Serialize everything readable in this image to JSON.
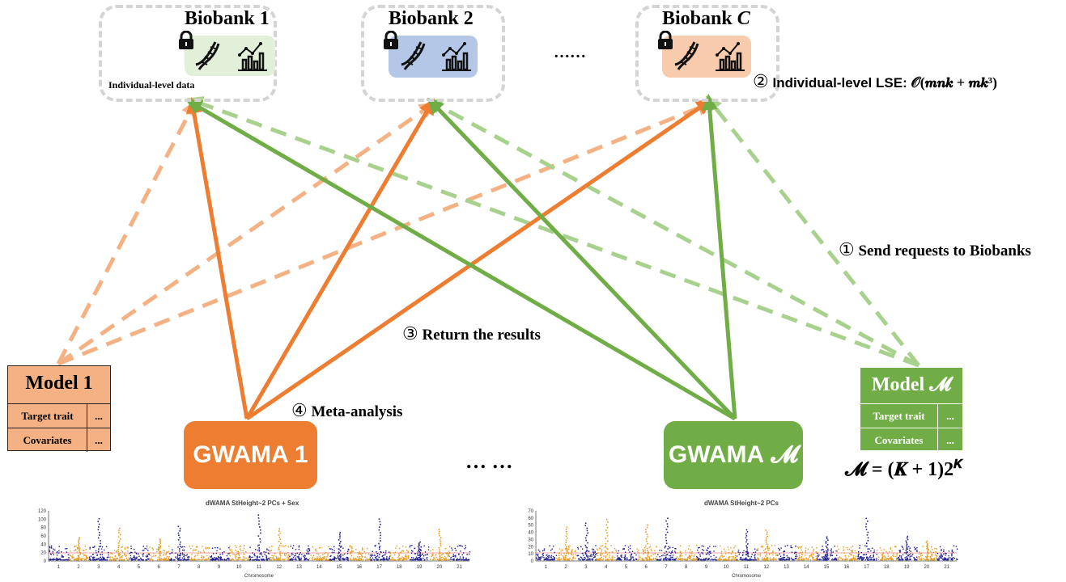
{
  "biobanks": [
    {
      "title": "Biobank 1",
      "fill": "#e2efd9",
      "icons": [
        "lock-icon",
        "dna-icon",
        "chart-icon"
      ],
      "note": "Individual-level data"
    },
    {
      "title": "Biobank 2",
      "fill": "#b4c7e7",
      "icons": [
        "lock-icon",
        "dna-icon",
        "chart-icon"
      ]
    },
    {
      "title": "Biobank C",
      "title_main": "Biobank ",
      "title_italic": "C",
      "fill": "#f8cbad",
      "icons": [
        "lock-icon",
        "dna-icon",
        "chart-icon"
      ]
    }
  ],
  "ellipsis_top": "……",
  "ellipsis_bottom": "… …",
  "step2": {
    "marker": "②",
    "text": "Individual-level LSE: ",
    "formula": "𝒪(𝒎𝒏𝒌 + 𝒎𝒌³)"
  },
  "step1": {
    "marker": "①",
    "text": "Send requests to Biobanks"
  },
  "step3": {
    "marker": "③",
    "text": "Return the results"
  },
  "step4": {
    "marker": "④",
    "text": "Meta-analysis"
  },
  "models": [
    {
      "title": "Model 1",
      "fill": "#f4b183",
      "rows": [
        {
          "label": "Target trait",
          "value": "..."
        },
        {
          "label": "Covariates",
          "value": "..."
        }
      ]
    },
    {
      "title_main": "Model ",
      "title_script": "𝓜",
      "fill": "#70ad47",
      "rows": [
        {
          "label": "Target trait",
          "value": "..."
        },
        {
          "label": "Covariates",
          "value": "..."
        }
      ]
    }
  ],
  "formula_m": "𝓜 = (𝑲 + 1)2",
  "formula_m_exp": "𝑲",
  "gwama": [
    {
      "label": "GWAMA 1",
      "color": "#ed7d31"
    },
    {
      "label_main": "GWAMA ",
      "label_script": "𝓜",
      "color": "#70ad47"
    }
  ],
  "colors": {
    "orange": "#ed7d31",
    "light_orange": "#f4b183",
    "green": "#70ad47",
    "light_green": "#a9d18e",
    "navy": "#1f1f8f",
    "gold": "#e69a1e"
  },
  "manhattan": [
    {
      "title": "dWAMA StHeight~2 PCs + Sex",
      "yticks": [
        "120",
        "100",
        "80",
        "60",
        "40",
        "20",
        "0"
      ],
      "xticks": [
        "1",
        "2",
        "3",
        "4",
        "5",
        "6",
        "7",
        "8",
        "9",
        "10",
        "11",
        "12",
        "13",
        "14",
        "15",
        "16",
        "17",
        "18",
        "19",
        "20",
        "21"
      ],
      "xlabel": "Chromosome"
    },
    {
      "title": "dWAMA StHeight~2 PCs",
      "yticks": [
        "70",
        "60",
        "50",
        "40",
        "30",
        "20",
        "10",
        "0"
      ],
      "xticks": [
        "1",
        "2",
        "3",
        "4",
        "5",
        "6",
        "7",
        "8",
        "9",
        "10",
        "11",
        "12",
        "13",
        "14",
        "15",
        "16",
        "17",
        "18",
        "19",
        "20",
        "21"
      ],
      "xlabel": "Chromosome"
    }
  ]
}
